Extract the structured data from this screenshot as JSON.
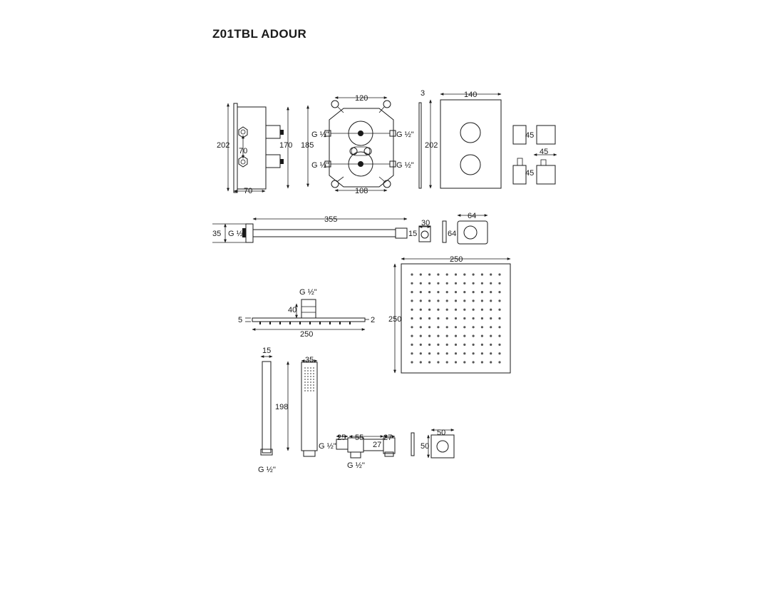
{
  "title": "Z01TBL ADOUR",
  "thread_label": "G ½\"",
  "thread_label_alt": "G ½''",
  "valve": {
    "side_height": "202",
    "side_inner_height": "170",
    "knob_spacing": "70",
    "side_depth": "70",
    "front_height": "185",
    "front_top_width": "120",
    "front_bottom_width": "108"
  },
  "faceplate": {
    "thickness": "3",
    "width": "140",
    "height": "202"
  },
  "elbow": {
    "height_top": "45",
    "width": "45",
    "height_bottom": "45"
  },
  "arm": {
    "length": "355",
    "flange_height": "35",
    "arm_height": "15",
    "outlet_width": "30"
  },
  "wall_outlet_square": {
    "width": "64",
    "height": "64"
  },
  "shower_head_side": {
    "thread": "G ½\"",
    "neck_height": "40",
    "thickness_left": "5",
    "thickness_right": "2",
    "width": "250"
  },
  "shower_head_plan": {
    "width": "250",
    "height": "250"
  },
  "hose_holder": {
    "width": "15",
    "length": "198",
    "thread": "G ½''"
  },
  "hand_shower": {
    "width": "35"
  },
  "diverter": {
    "inlet": "25",
    "body": "55",
    "outlet": "27",
    "height": "27",
    "thread_in": "G ½\"",
    "thread_out": "G ½''"
  },
  "holder_bracket": {
    "width": "50",
    "height": "50"
  }
}
